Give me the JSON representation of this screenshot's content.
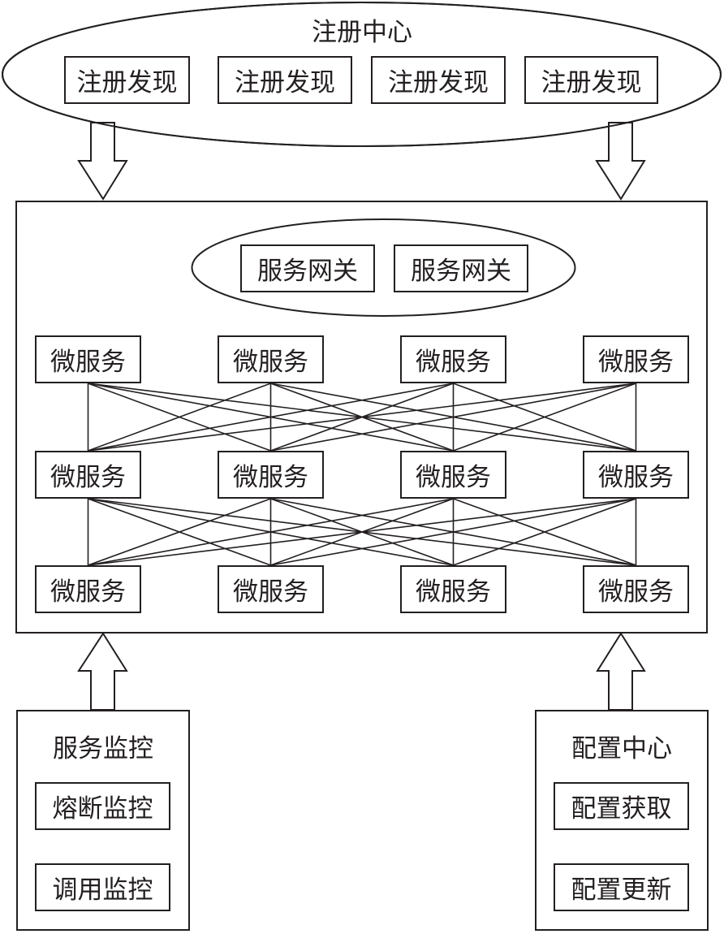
{
  "registry": {
    "title": "注册中心",
    "items": [
      "注册发现",
      "注册发现",
      "注册发现",
      "注册发现"
    ]
  },
  "gateway": {
    "items": [
      "服务网关",
      "服务网关"
    ]
  },
  "microservices": {
    "rows": [
      [
        "微服务",
        "微服务",
        "微服务",
        "微服务"
      ],
      [
        "微服务",
        "微服务",
        "微服务",
        "微服务"
      ],
      [
        "微服务",
        "微服务",
        "微服务",
        "微服务"
      ]
    ],
    "connections": "full-mesh between adjacent rows"
  },
  "monitoring": {
    "title": "服务监控",
    "items": [
      "熔断监控",
      "调用监控"
    ]
  },
  "config_center": {
    "title": "配置中心",
    "items": [
      "配置获取",
      "配置更新"
    ]
  },
  "colors": {
    "stroke": "#231f20",
    "background": "#ffffff"
  }
}
